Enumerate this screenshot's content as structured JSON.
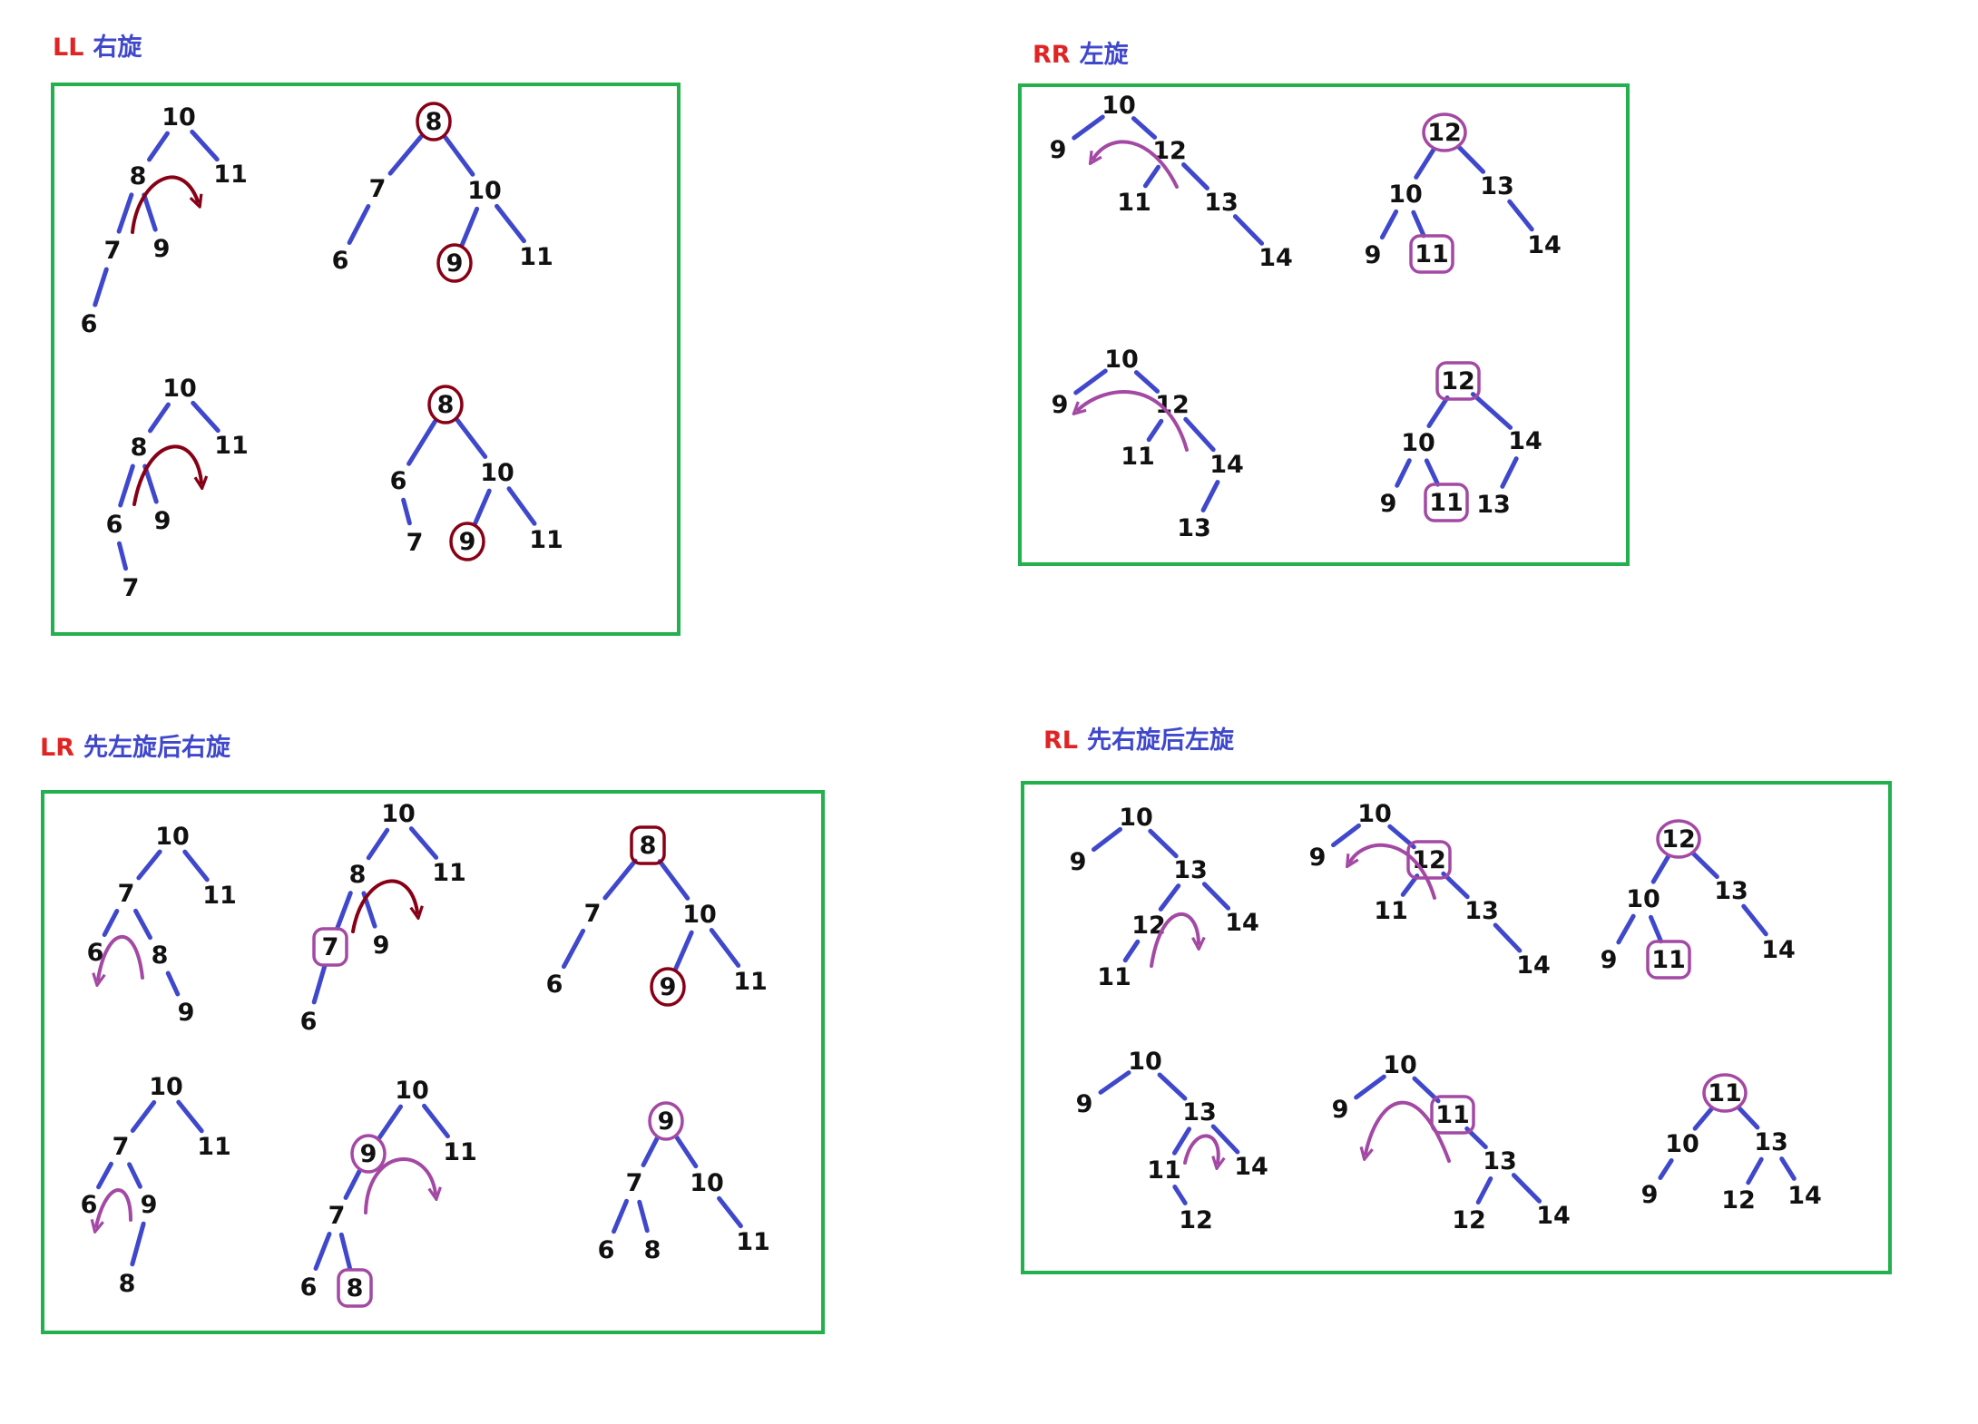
{
  "colors": {
    "code": "#e02424",
    "description": "#3f48cc",
    "edge": "#3f48cc",
    "panel_border": "#22b14c",
    "mark_dark_red": "#880015",
    "mark_purple": "#a349a4"
  },
  "sections": [
    {
      "id": "ll",
      "code": "LL",
      "description": "右旋"
    },
    {
      "id": "rr",
      "code": "RR",
      "description": "左旋"
    },
    {
      "id": "lr",
      "code": "LR",
      "description": "先左旋后右旋"
    },
    {
      "id": "rl",
      "code": "RL",
      "description": "先右旋后左旋"
    }
  ],
  "trees": [
    {
      "id": "ll-1",
      "section": "ll",
      "nodes": [
        "10",
        "8",
        "11",
        "7",
        "9",
        "6"
      ],
      "edges": [
        [
          "10",
          "8"
        ],
        [
          "10",
          "11"
        ],
        [
          "8",
          "7"
        ],
        [
          "8",
          "9"
        ],
        [
          "7",
          "6"
        ]
      ],
      "marks": [
        {
          "type": "arrow-right",
          "color": "dark_red"
        }
      ]
    },
    {
      "id": "ll-2",
      "section": "ll",
      "nodes": [
        "8",
        "7",
        "10",
        "6",
        "9",
        "11"
      ],
      "edges": [
        [
          "8",
          "7"
        ],
        [
          "8",
          "10"
        ],
        [
          "7",
          "6"
        ],
        [
          "10",
          "9"
        ],
        [
          "10",
          "11"
        ]
      ],
      "marks": [
        {
          "type": "circle",
          "node": "8",
          "color": "dark_red"
        },
        {
          "type": "circle",
          "node": "9",
          "color": "dark_red"
        }
      ]
    },
    {
      "id": "ll-3",
      "section": "ll",
      "nodes": [
        "10",
        "8",
        "11",
        "6",
        "9",
        "7"
      ],
      "edges": [
        [
          "10",
          "8"
        ],
        [
          "10",
          "11"
        ],
        [
          "8",
          "6"
        ],
        [
          "8",
          "9"
        ],
        [
          "6",
          "7"
        ]
      ],
      "marks": [
        {
          "type": "arrow-right",
          "color": "dark_red"
        }
      ]
    },
    {
      "id": "ll-4",
      "section": "ll",
      "nodes": [
        "8",
        "6",
        "10",
        "7",
        "9",
        "11"
      ],
      "edges": [
        [
          "8",
          "6"
        ],
        [
          "8",
          "10"
        ],
        [
          "6",
          "7"
        ],
        [
          "10",
          "9"
        ],
        [
          "10",
          "11"
        ]
      ],
      "marks": [
        {
          "type": "circle",
          "node": "8",
          "color": "dark_red"
        },
        {
          "type": "circle",
          "node": "9",
          "color": "dark_red"
        }
      ]
    },
    {
      "id": "rr-1",
      "section": "rr",
      "nodes": [
        "10",
        "9",
        "12",
        "11",
        "13",
        "14"
      ],
      "edges": [
        [
          "10",
          "9"
        ],
        [
          "10",
          "12"
        ],
        [
          "12",
          "11"
        ],
        [
          "12",
          "13"
        ],
        [
          "13",
          "14"
        ]
      ],
      "marks": [
        {
          "type": "arrow-left",
          "color": "purple"
        }
      ]
    },
    {
      "id": "rr-2",
      "section": "rr",
      "nodes": [
        "12",
        "10",
        "13",
        "9",
        "11",
        "14"
      ],
      "edges": [
        [
          "12",
          "10"
        ],
        [
          "12",
          "13"
        ],
        [
          "10",
          "9"
        ],
        [
          "10",
          "11"
        ],
        [
          "13",
          "14"
        ]
      ],
      "marks": [
        {
          "type": "circle",
          "node": "12",
          "color": "purple"
        },
        {
          "type": "box",
          "node": "11",
          "color": "purple"
        }
      ]
    },
    {
      "id": "rr-3",
      "section": "rr",
      "nodes": [
        "10",
        "9",
        "12",
        "11",
        "14",
        "13"
      ],
      "edges": [
        [
          "10",
          "9"
        ],
        [
          "10",
          "12"
        ],
        [
          "12",
          "11"
        ],
        [
          "12",
          "14"
        ],
        [
          "14",
          "13"
        ]
      ],
      "marks": [
        {
          "type": "arrow-left",
          "color": "purple"
        }
      ]
    },
    {
      "id": "rr-4",
      "section": "rr",
      "nodes": [
        "12",
        "10",
        "14",
        "9",
        "11",
        "13"
      ],
      "edges": [
        [
          "12",
          "10"
        ],
        [
          "12",
          "14"
        ],
        [
          "10",
          "9"
        ],
        [
          "10",
          "11"
        ],
        [
          "14",
          "13"
        ]
      ],
      "marks": [
        {
          "type": "box",
          "node": "12",
          "color": "purple"
        },
        {
          "type": "box",
          "node": "11",
          "color": "purple"
        }
      ]
    },
    {
      "id": "lr-1",
      "section": "lr",
      "nodes": [
        "10",
        "7",
        "11",
        "6",
        "8",
        "9"
      ],
      "edges": [
        [
          "10",
          "7"
        ],
        [
          "10",
          "11"
        ],
        [
          "7",
          "6"
        ],
        [
          "7",
          "8"
        ],
        [
          "8",
          "9"
        ]
      ],
      "marks": [
        {
          "type": "arrow-left",
          "color": "purple"
        }
      ]
    },
    {
      "id": "lr-2",
      "section": "lr",
      "nodes": [
        "10",
        "8",
        "11",
        "7",
        "9",
        "6"
      ],
      "edges": [
        [
          "10",
          "8"
        ],
        [
          "10",
          "11"
        ],
        [
          "8",
          "7"
        ],
        [
          "8",
          "9"
        ],
        [
          "7",
          "6"
        ]
      ],
      "marks": [
        {
          "type": "box",
          "node": "7",
          "color": "purple"
        },
        {
          "type": "arrow-right",
          "color": "dark_red"
        }
      ]
    },
    {
      "id": "lr-3",
      "section": "lr",
      "nodes": [
        "8",
        "7",
        "10",
        "6",
        "9",
        "11"
      ],
      "edges": [
        [
          "8",
          "7"
        ],
        [
          "8",
          "10"
        ],
        [
          "7",
          "6"
        ],
        [
          "10",
          "9"
        ],
        [
          "10",
          "11"
        ]
      ],
      "marks": [
        {
          "type": "box",
          "node": "8",
          "color": "dark_red"
        },
        {
          "type": "circle",
          "node": "9",
          "color": "dark_red"
        }
      ]
    },
    {
      "id": "lr-4",
      "section": "lr",
      "nodes": [
        "10",
        "7",
        "11",
        "6",
        "9",
        "8"
      ],
      "edges": [
        [
          "10",
          "7"
        ],
        [
          "10",
          "11"
        ],
        [
          "7",
          "6"
        ],
        [
          "7",
          "9"
        ],
        [
          "9",
          "8"
        ]
      ],
      "marks": [
        {
          "type": "arrow-left",
          "color": "purple"
        }
      ]
    },
    {
      "id": "lr-5",
      "section": "lr",
      "nodes": [
        "10",
        "9",
        "11",
        "7",
        "6",
        "8"
      ],
      "edges": [
        [
          "10",
          "9"
        ],
        [
          "10",
          "11"
        ],
        [
          "9",
          "7"
        ],
        [
          "7",
          "6"
        ],
        [
          "7",
          "8"
        ]
      ],
      "marks": [
        {
          "type": "circle",
          "node": "9",
          "color": "purple"
        },
        {
          "type": "arrow-right",
          "color": "purple"
        },
        {
          "type": "box",
          "node": "8",
          "color": "purple"
        }
      ]
    },
    {
      "id": "lr-6",
      "section": "lr",
      "nodes": [
        "9",
        "7",
        "10",
        "6",
        "8",
        "11"
      ],
      "edges": [
        [
          "9",
          "7"
        ],
        [
          "9",
          "10"
        ],
        [
          "7",
          "6"
        ],
        [
          "7",
          "8"
        ],
        [
          "10",
          "11"
        ]
      ],
      "marks": [
        {
          "type": "circle",
          "node": "9",
          "color": "purple"
        }
      ]
    },
    {
      "id": "rl-1",
      "section": "rl",
      "nodes": [
        "10",
        "9",
        "13",
        "12",
        "14",
        "11"
      ],
      "edges": [
        [
          "10",
          "9"
        ],
        [
          "10",
          "13"
        ],
        [
          "13",
          "12"
        ],
        [
          "13",
          "14"
        ],
        [
          "12",
          "11"
        ]
      ],
      "marks": [
        {
          "type": "arrow-right",
          "color": "purple"
        }
      ]
    },
    {
      "id": "rl-2",
      "section": "rl",
      "nodes": [
        "10",
        "9",
        "12",
        "11",
        "13",
        "14"
      ],
      "edges": [
        [
          "10",
          "9"
        ],
        [
          "10",
          "12"
        ],
        [
          "12",
          "11"
        ],
        [
          "12",
          "13"
        ],
        [
          "13",
          "14"
        ]
      ],
      "marks": [
        {
          "type": "box",
          "node": "12",
          "color": "purple"
        },
        {
          "type": "arrow-left",
          "color": "purple"
        }
      ]
    },
    {
      "id": "rl-3",
      "section": "rl",
      "nodes": [
        "12",
        "10",
        "13",
        "9",
        "11",
        "14"
      ],
      "edges": [
        [
          "12",
          "10"
        ],
        [
          "12",
          "13"
        ],
        [
          "10",
          "9"
        ],
        [
          "10",
          "11"
        ],
        [
          "13",
          "14"
        ]
      ],
      "marks": [
        {
          "type": "circle",
          "node": "12",
          "color": "purple"
        },
        {
          "type": "box",
          "node": "11",
          "color": "purple"
        }
      ]
    },
    {
      "id": "rl-4",
      "section": "rl",
      "nodes": [
        "10",
        "9",
        "13",
        "11",
        "14",
        "12"
      ],
      "edges": [
        [
          "10",
          "9"
        ],
        [
          "10",
          "13"
        ],
        [
          "13",
          "11"
        ],
        [
          "13",
          "14"
        ],
        [
          "11",
          "12"
        ]
      ],
      "marks": [
        {
          "type": "arrow-right",
          "color": "purple"
        }
      ]
    },
    {
      "id": "rl-5",
      "section": "rl",
      "nodes": [
        "10",
        "9",
        "11",
        "13",
        "12",
        "14"
      ],
      "edges": [
        [
          "10",
          "9"
        ],
        [
          "10",
          "11"
        ],
        [
          "11",
          "13"
        ],
        [
          "13",
          "12"
        ],
        [
          "13",
          "14"
        ]
      ],
      "marks": [
        {
          "type": "box",
          "node": "11",
          "color": "purple"
        },
        {
          "type": "arrow-left",
          "color": "purple"
        }
      ]
    },
    {
      "id": "rl-6",
      "section": "rl",
      "nodes": [
        "11",
        "10",
        "13",
        "9",
        "12",
        "14"
      ],
      "edges": [
        [
          "11",
          "10"
        ],
        [
          "11",
          "13"
        ],
        [
          "10",
          "9"
        ],
        [
          "13",
          "12"
        ],
        [
          "13",
          "14"
        ]
      ],
      "marks": [
        {
          "type": "circle",
          "node": "11",
          "color": "purple"
        }
      ]
    }
  ]
}
